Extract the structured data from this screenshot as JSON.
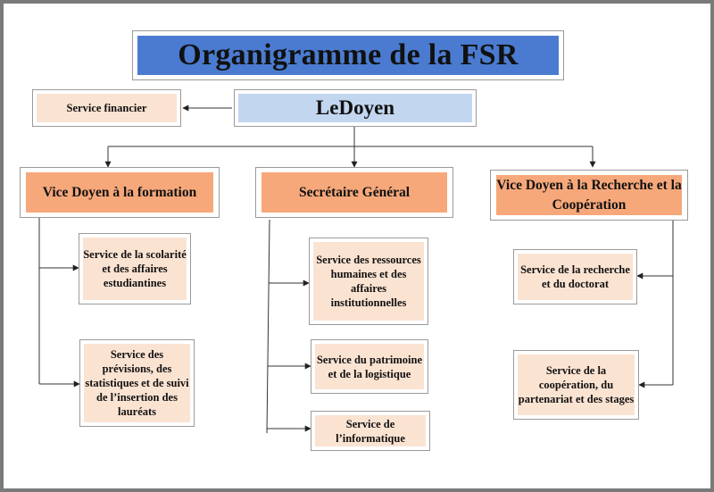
{
  "title": "Organigramme de la FSR",
  "dean": "LeDoyen",
  "finance_service": "Service financier",
  "columns": [
    {
      "head": "Vice Doyen  à la formation",
      "services": [
        "Service de la scolarité et des affaires estudiantines",
        "Service des prévisions, des statistiques et de suivi de l’insertion des lauréats"
      ]
    },
    {
      "head": "Secrétaire Général",
      "services": [
        "Service des ressources humaines et des affaires institutionnelles",
        "Service du patrimoine et de la logistique",
        "Service de l’informatique"
      ]
    },
    {
      "head": "Vice Doyen  à la Recherche et la Coopération",
      "services": [
        "Service de la recherche et du doctorat",
        "Service de la coopération, du partenariat et des stages"
      ]
    }
  ],
  "colors": {
    "title_fill": "#4a7bd0",
    "dean_fill": "#c2d6f0",
    "head_fill": "#f6a87a",
    "service_fill": "#fbe3d2"
  }
}
